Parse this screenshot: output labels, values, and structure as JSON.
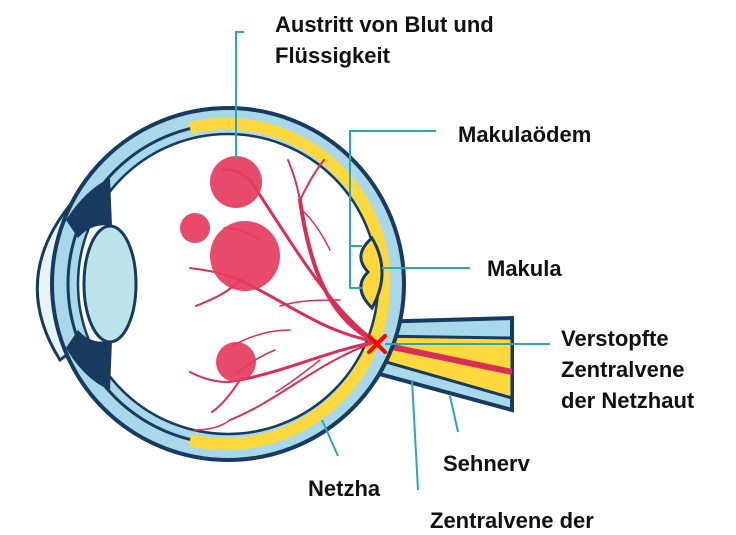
{
  "labels": {
    "austritt": [
      "Austritt von Blut und",
      "Flüssigkeit"
    ],
    "makulaoedem": "Makulaödem",
    "makula": "Makula",
    "verstopfte": [
      "Verstopfte",
      "Zentralvene",
      "der Netzhaut"
    ],
    "sehnerv": "Sehnerv",
    "netzha": "Netzha",
    "zentralvene": "Zentralvene der"
  },
  "colors": {
    "sclera": "#a9d8ea",
    "outline": "#173a5e",
    "retina": "#ffd83d",
    "vein": "#d92f57",
    "hemorrhage": "#e63b5e",
    "leader": "#2aa7b3",
    "lens": "#bde4ea",
    "occlusion": "#ff0000"
  },
  "icons": {
    "occlusion": "cross-icon"
  }
}
